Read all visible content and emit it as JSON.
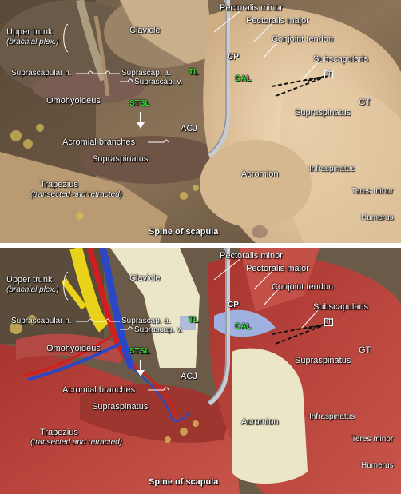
{
  "labels": {
    "pectoralis_minor": "Pectoralis minor",
    "pectoralis_major": "Pectoralis major",
    "conjoint_tendon": "Conjoint tendon",
    "subscapularis": "Subscapularis",
    "clavicle": "Clavicle",
    "upper_trunk": "Upper trunk",
    "brachial_plex": "(brachial plex.)",
    "suprascapular_n": "Suprascapular n.",
    "suprascap_a": "Suprascap. a.",
    "suprascap_v": "Suprascap. v.",
    "omohyoideus": "Omohyoideus",
    "stsl": "STSL",
    "tl": "TL",
    "cp": "CP",
    "cal": "CAL",
    "it": "IT",
    "gt": "GT",
    "supraspinatus_right": "Supraspinatus",
    "acj": "ACJ",
    "acromial_branches": "Acromial branches",
    "supraspinatus_center": "Supraspinatus",
    "infraspinatus": "Infraspinatus",
    "trapezius": "Trapezius",
    "transected": "(transected and retracted)",
    "acromion": "Acromion",
    "teres_minor": "Teres minor",
    "humerus": "Humerus",
    "spine_of_scapula": "Spine of scapula"
  },
  "colors": {
    "artery": "#d21e1e",
    "vein": "#2a47c8",
    "nerve": "#e8d21a",
    "muscle": "#b8413a",
    "bone": "#e9e3c4",
    "ligament": "#9fb1df",
    "label_green": "#2fe02f"
  }
}
